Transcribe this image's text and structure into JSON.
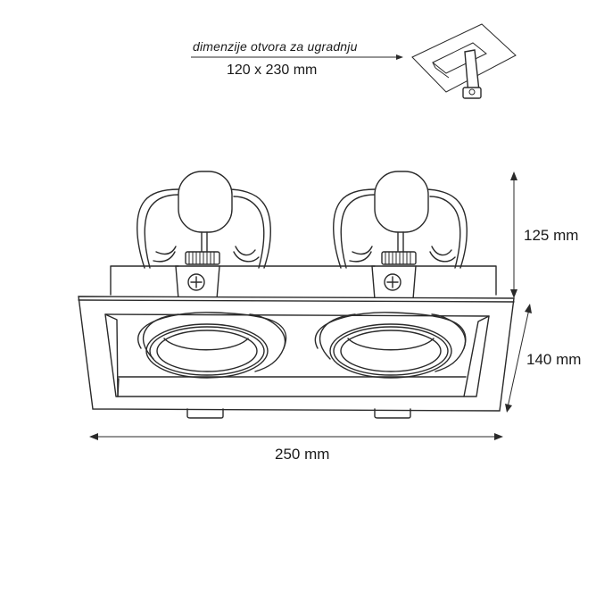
{
  "installation": {
    "caption": "dimenzije otvora za  ugradnju",
    "opening_size": "120 x 230 mm",
    "icon": "ceiling-cutout-saw-icon"
  },
  "dimensions": {
    "height": "125 mm",
    "depth": "140 mm",
    "width": "250 mm"
  },
  "product": {
    "type": "double recessed adjustable downlight",
    "heads": 2,
    "line_color": "#2a2a2a",
    "background": "#ffffff"
  }
}
